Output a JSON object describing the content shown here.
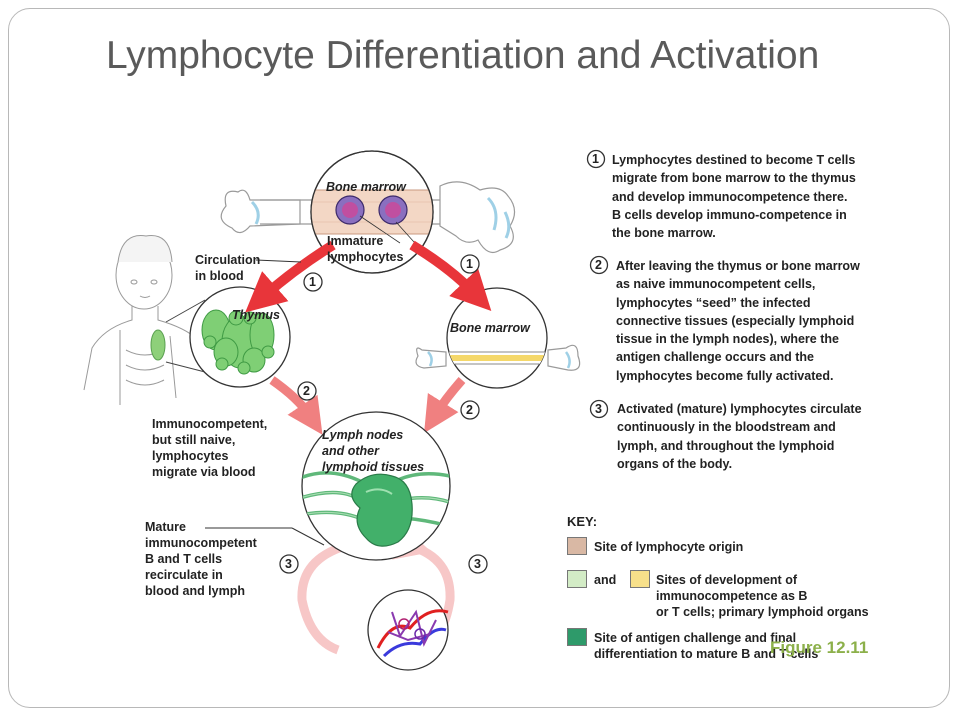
{
  "title": "Lymphocyte Differentiation and Activation",
  "figure_label": "Figure 12.11",
  "diagram": {
    "bone_marrow_top": "Bone marrow",
    "immature_lines": [
      "Immature",
      "lymphocytes"
    ],
    "circulation_lines": [
      "Circulation",
      "in blood"
    ],
    "thymus": "Thymus",
    "bone_marrow_right": "Bone marrow",
    "lymph_lines": [
      "Lymph nodes",
      "and other",
      "lymphoid tissues"
    ],
    "immunocompetent_lines": [
      "Immunocompetent,",
      "but still naive,",
      "lymphocytes",
      "migrate via blood"
    ],
    "mature_lines": [
      "Mature",
      "immunocompetent",
      "B and T cells",
      "recirculate in",
      "blood and lymph"
    ],
    "step_numbers": [
      "1",
      "2",
      "3"
    ]
  },
  "steps": [
    {
      "number": "1",
      "lines": [
        "Lymphocytes destined to become T cells",
        "migrate from bone marrow to the thymus",
        "and develop immunocompetence there.",
        "B cells develop immuno-competence in",
        "the bone marrow."
      ]
    },
    {
      "number": "2",
      "lines": [
        "After leaving the thymus or bone marrow",
        "as naive immunocompetent cells,",
        "lymphocytes “seed” the infected",
        "connective tissues (especially lymphoid",
        "tissue in the lymph nodes), where the",
        "antigen challenge occurs and the",
        "lymphocytes become fully activated."
      ]
    },
    {
      "number": "3",
      "lines": [
        "Activated (mature) lymphocytes circulate",
        "continuously in the bloodstream and",
        "lymph, and throughout the lymphoid",
        "organs of the body."
      ]
    }
  ],
  "key": {
    "heading": "KEY:",
    "origin": "Site of lymphocyte origin",
    "and": "and",
    "development_lines": [
      "Sites of development of",
      "immunocompetence as B",
      "or T cells; primary lymphoid organs"
    ],
    "antigen_lines": [
      "Site of antigen challenge and final",
      "differentiation to mature B and T cells"
    ],
    "colors": {
      "origin": "#d9b8a4",
      "dev_green": "#d3ecc6",
      "dev_yellow": "#f7e08a",
      "antigen": "#2e9a6a"
    }
  },
  "colors": {
    "arrow_red": "#e8353a",
    "arrow_pink": "#f08080",
    "recirculation": "#f7c7c7",
    "title": "#5a5a5a",
    "figure_label": "#8cb04a"
  }
}
